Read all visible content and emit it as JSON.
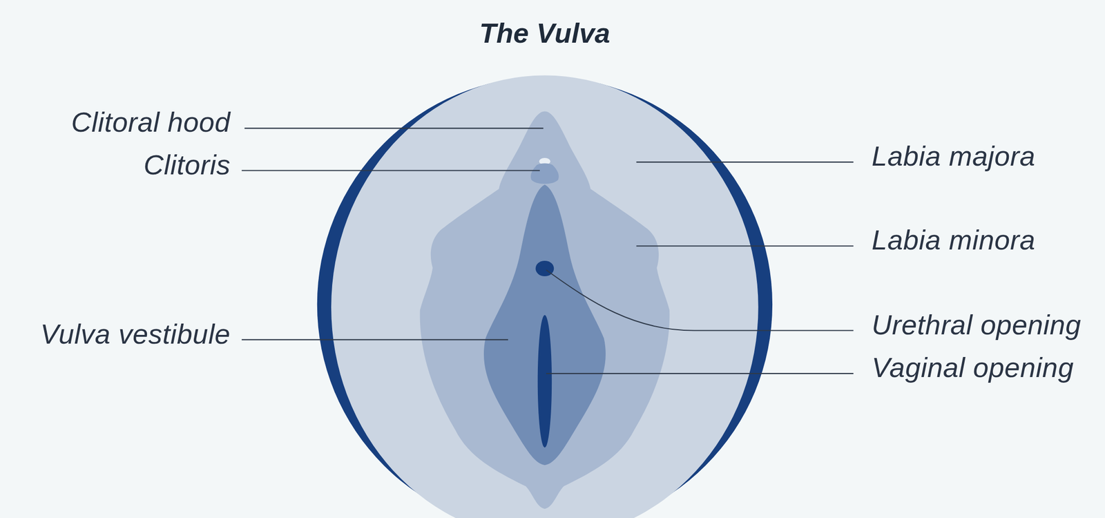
{
  "diagram": {
    "title": "The Vulva",
    "labels": [
      "Clitoral hood",
      "Labia majora",
      "Clitoris",
      "Labia minora",
      "Urethral opening",
      "Vulva vestibule",
      "Vaginal opening"
    ]
  }
}
